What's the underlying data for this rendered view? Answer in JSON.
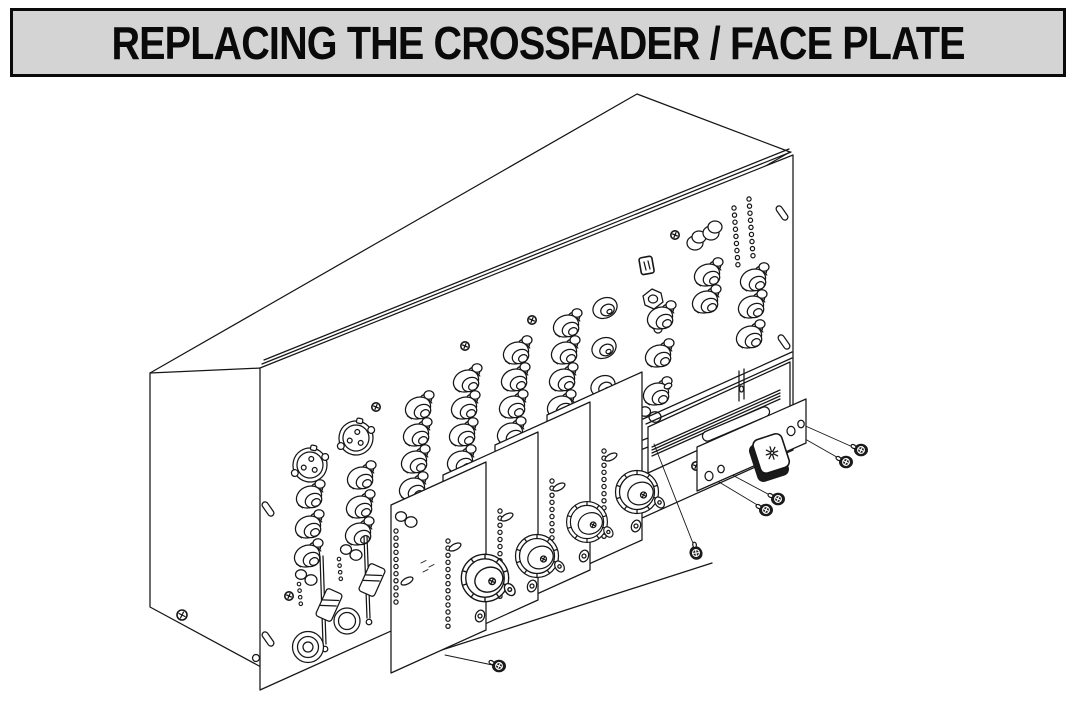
{
  "banner": {
    "title": "REPLACING THE CROSSFADER / FACE PLATE",
    "background_color": "#d4d4d4",
    "border_color": "#0a0a0a",
    "text_color": "#0a0a0a"
  },
  "illustration": {
    "kind": "exploded-view-line-drawing",
    "line_color": "#161616",
    "background_color": "#ffffff",
    "parts": {
      "chassis": "mixer-chassis",
      "face_plate": "face-plate",
      "rack_ear_slots": "rack-mount-slots",
      "xlr_connectors": 2,
      "rotary_knob_columns": 9,
      "channel_faders": 2,
      "channel_boards": 4,
      "large_fluted_knobs": 4,
      "led_columns": 12,
      "crossfader_cavity": "crossfader-cavity",
      "crossfader_face_plate": "crossfader-face-plate",
      "crossfader_knob": "crossfader-knob",
      "mounting_screws": 6
    }
  }
}
